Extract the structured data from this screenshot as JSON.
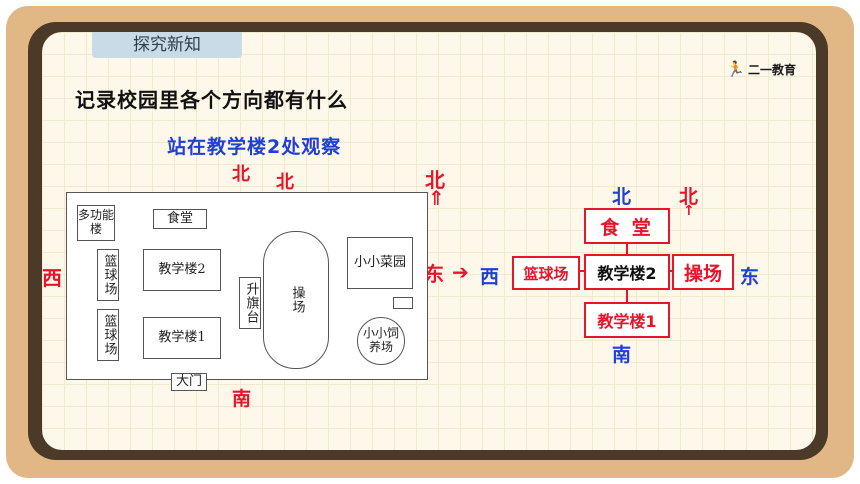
{
  "tab": {
    "label": "探究新知"
  },
  "logo": {
    "text": "二一教育"
  },
  "heading": "记录校园里各个方向都有什么",
  "subheading": "站在教学楼2处观察",
  "map_dirs": {
    "north_a": "北",
    "north_b": "北",
    "north_c": "北",
    "west": "西",
    "east": "东",
    "south": "南"
  },
  "map": {
    "multi_building": "多功能楼",
    "canteen": "食堂",
    "bball_1": "篮球场",
    "bball_2": "篮球场",
    "building_2": "教学楼2",
    "building_1": "教学楼1",
    "flag": "升旗台",
    "field": "操场",
    "garden": "小小菜园",
    "farm": "小小饲养场",
    "gate": "大门"
  },
  "diagram": {
    "north": "北",
    "north_red": "北",
    "west": "西",
    "east": "东",
    "south": "南",
    "canteen": "食 堂",
    "bball": "篮球场",
    "center": "教学楼2",
    "field": "操场",
    "building_1": "教学楼1"
  }
}
